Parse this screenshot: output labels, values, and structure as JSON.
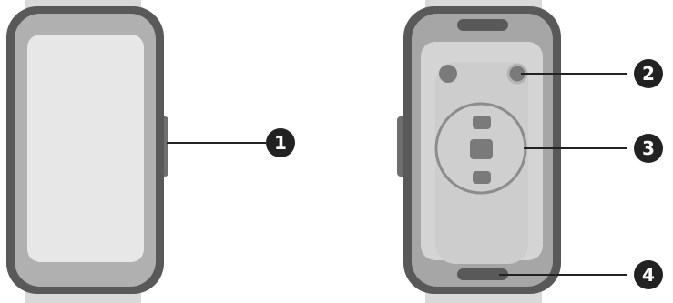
{
  "colors": {
    "band": "#d9d9d9",
    "case_frame": "#595959",
    "case_inner": "#a6a6a6",
    "screen": "#e5e5e5",
    "back_panel": "#d4d4d4",
    "sensor_window": "#cfcfcf",
    "sensor_ring": "#8c8c8c",
    "sensor_pads": "#7a7a7a",
    "callout_line": "#222222",
    "callout_circle": "#222222",
    "callout_text": "#ffffff"
  },
  "callouts": [
    {
      "number": "1",
      "part": "side-button"
    },
    {
      "number": "2",
      "part": "back-sensor-dot"
    },
    {
      "number": "3",
      "part": "heart-rate-sensor"
    },
    {
      "number": "4",
      "part": "charging-contacts"
    }
  ]
}
